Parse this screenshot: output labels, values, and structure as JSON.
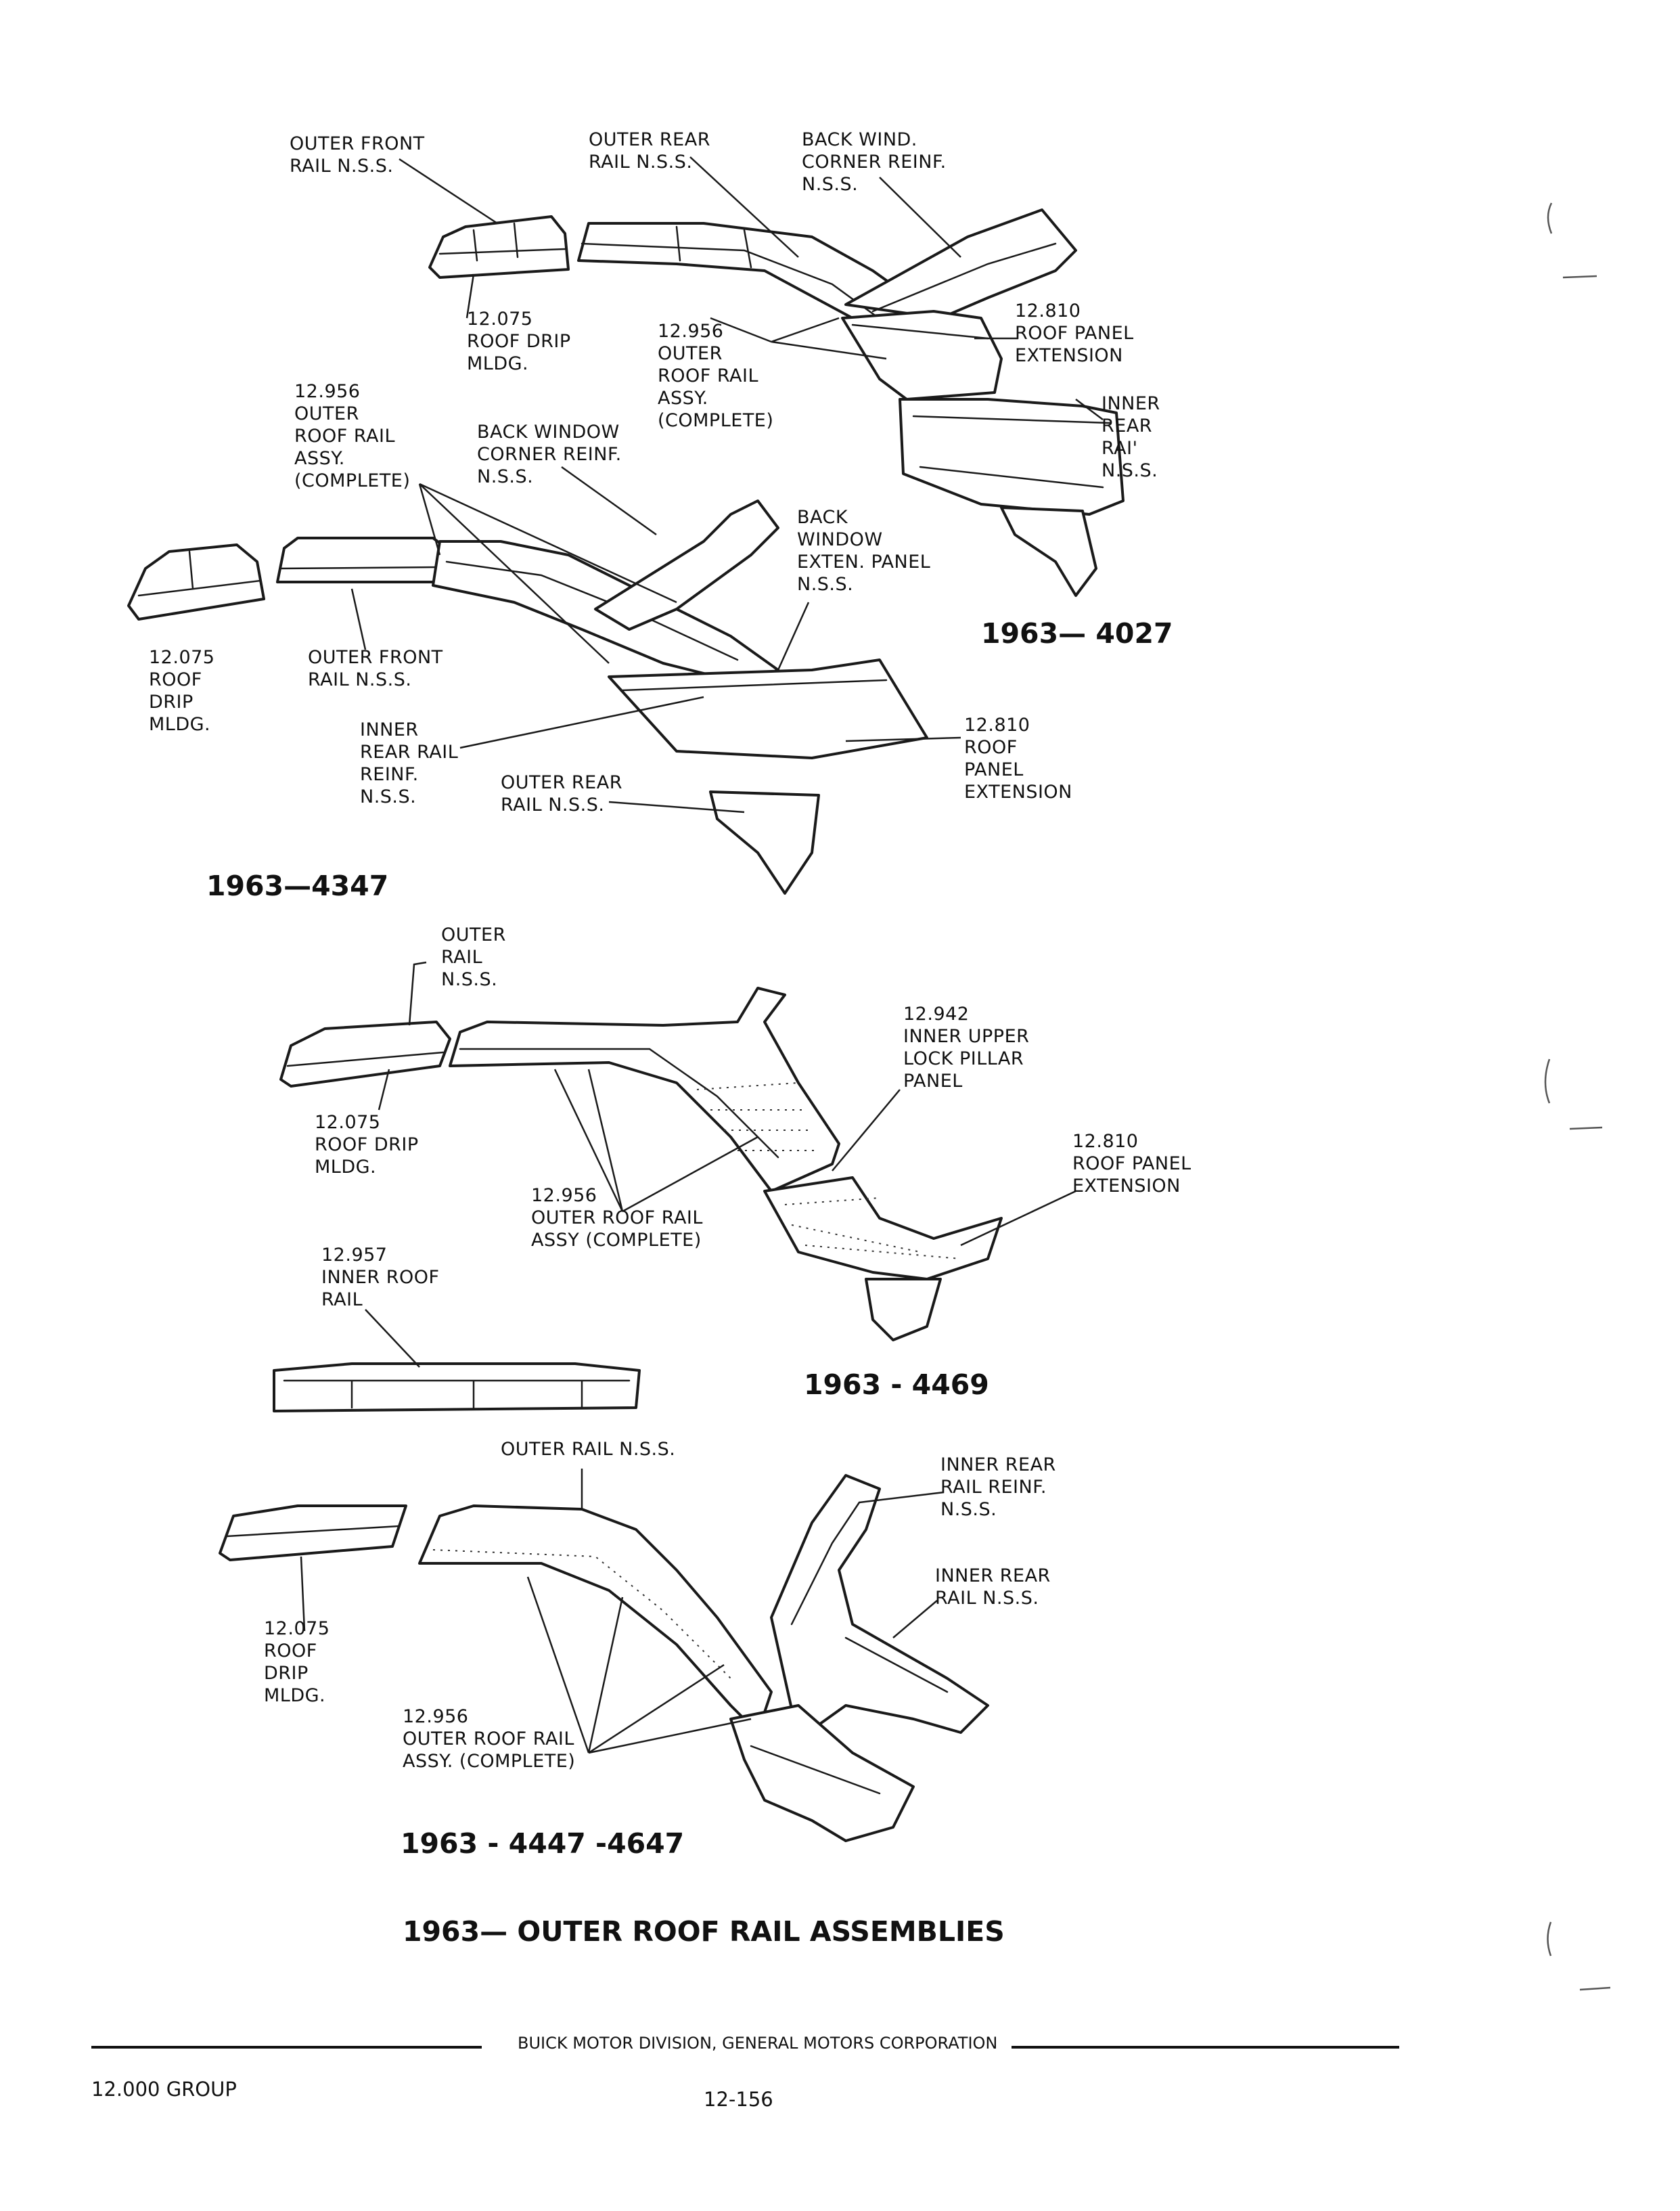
{
  "figure_4027": {
    "id": "1963— 4027",
    "labels": {
      "outer_front_rail": "OUTER FRONT\nRAIL N.S.S.",
      "outer_rear_rail": "OUTER REAR\nRAIL N.S.S.",
      "back_wind_corner": "BACK WIND.\nCORNER REINF.\nN.S.S.",
      "roof_drip": "12.075\nROOF DRIP\nMLDG.",
      "outer_roof_rail": "12.956\nOUTER\nROOF RAIL\nASSY.\n(COMPLETE)",
      "roof_panel_ext": "12.810\nROOF PANEL\nEXTENSION",
      "inner_rear_rail": "INNER\nREAR\nRAI'\nN.S.S."
    }
  },
  "figure_4347": {
    "id": "1963—4347",
    "labels": {
      "outer_roof_rail": "12.956\nOUTER\nROOF RAIL\nASSY.\n(COMPLETE)",
      "back_window_corner": "BACK WINDOW\nCORNER REINF.\nN.S.S.",
      "back_window_exten": "BACK\nWINDOW\nEXTEN. PANEL\nN.S.S.",
      "roof_drip": "12.075\nROOF\nDRIP\nMLDG.",
      "outer_front_rail": "OUTER FRONT\nRAIL N.S.S.",
      "inner_rear_rail_reinf": "INNER\nREAR RAIL\nREINF.\nN.S.S.",
      "outer_rear_rail": "OUTER REAR\nRAIL N.S.S.",
      "roof_panel_ext": "12.810\nROOF\nPANEL\nEXTENSION"
    }
  },
  "figure_4469": {
    "id": "1963 - 4469",
    "labels": {
      "outer_rail": "OUTER\nRAIL\nN.S.S.",
      "inner_upper_lock_pillar": "12.942\nINNER UPPER\nLOCK PILLAR\nPANEL",
      "roof_drip": "12.075\nROOF DRIP\nMLDG.",
      "roof_panel_ext": "12.810\nROOF PANEL\nEXTENSION",
      "outer_roof_rail": "12.956\nOUTER ROOF RAIL\nASSY (COMPLETE)",
      "inner_roof_rail": "12.957\nINNER ROOF\nRAIL"
    }
  },
  "figure_4447": {
    "id": "1963 - 4447 -4647",
    "labels": {
      "outer_rail": "OUTER RAIL N.S.S.",
      "inner_rear_rail_reinf": "INNER REAR\nRAIL REINF.\nN.S.S.",
      "inner_rear_rail": "INNER REAR\nRAIL N.S.S.",
      "roof_drip": "12.075\nROOF\nDRIP\nMLDG.",
      "outer_roof_rail": "12.956\nOUTER ROOF RAIL\nASSY. (COMPLETE)"
    }
  },
  "page": {
    "title": "1963— OUTER ROOF RAIL ASSEMBLIES",
    "footer_division": "BUICK MOTOR DIVISION, GENERAL MOTORS CORPORATION",
    "group": "12.000 GROUP",
    "page_number": "12-156"
  }
}
